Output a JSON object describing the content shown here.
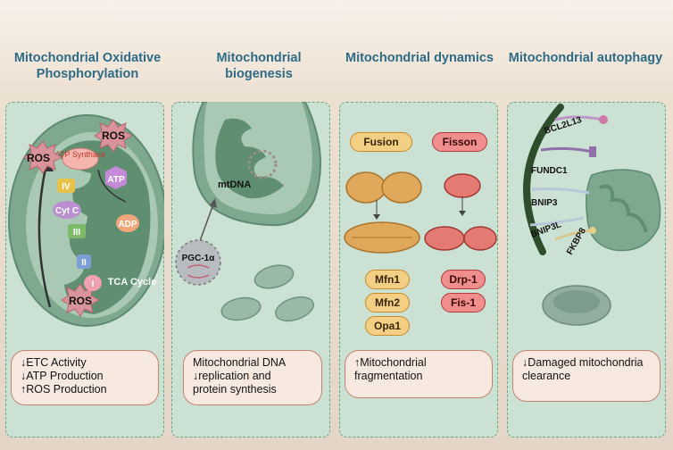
{
  "columns": [
    {
      "title": "Mitochondrial Oxidative Phosphorylation",
      "box_lines": [
        "↓ETC Activity",
        "↓ATP Production",
        "↑ROS Production"
      ]
    },
    {
      "title": "Mitochondrial biogenesis",
      "box_lines": [
        "Mitochondrial DNA",
        "↓replication and",
        "protein synthesis"
      ]
    },
    {
      "title": "Mitochondrial dynamics",
      "box_lines": [
        "↑Mitochondrial",
        "fragmentation"
      ]
    },
    {
      "title": "Mitochondrial autophagy",
      "box_lines": [
        "↓Damaged mitochondria",
        "clearance"
      ]
    }
  ],
  "oxphos": {
    "ros_top": "ROS",
    "ros_left": "ROS",
    "ros_bottom": "ROS",
    "atp_synthase": "ATP Synthase",
    "complexes": [
      "IV",
      "Cyt C",
      "III",
      "II",
      "I"
    ],
    "atp": "ATP",
    "adp": "ADP",
    "tca": "TCA Cycle"
  },
  "biogenesis": {
    "mtdna": "mtDNA",
    "pgc": "PGC-1α"
  },
  "dynamics": {
    "fusion": "Fusion",
    "fission": "Fisson",
    "fusion_proteins": [
      "Mfn1",
      "Mfn2",
      "Opa1"
    ],
    "fission_proteins": [
      "Drp-1",
      "Fis-1"
    ]
  },
  "autophagy": {
    "receptors": [
      "BCL2L13",
      "FUNDC1",
      "BNIP3",
      "BNIP3L",
      "FKBP8"
    ]
  },
  "colors": {
    "title": "#2f6b86",
    "panel": "#cbe1d3",
    "mito": "#7fa98e",
    "box_border": "#c7826e",
    "fusion": "#f3cf86",
    "fission": "#ef8e8c"
  }
}
